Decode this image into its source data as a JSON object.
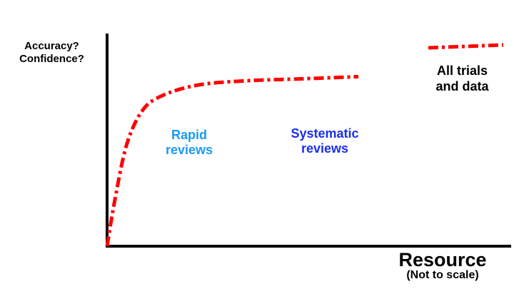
{
  "chart_data": {
    "type": "line",
    "title": "",
    "ylabel": [
      "Accuracy?",
      "Confidence?"
    ],
    "xlabel": "Resource",
    "xlabel_note": "(Not to scale)",
    "grid": false,
    "legend": {
      "placement": "top-right",
      "entries": [
        {
          "label_lines": [
            "All trials",
            "and data"
          ],
          "style": "dash-dot",
          "color": "#ff0000"
        }
      ]
    },
    "series": [
      {
        "name": "All trials and data",
        "color": "#ff0000",
        "x": [
          0,
          2,
          5,
          9,
          14,
          23,
          35,
          50,
          64
        ],
        "y": [
          0,
          22,
          48,
          64,
          71,
          76,
          78,
          79,
          80
        ]
      }
    ],
    "xlim": [
      0,
      100
    ],
    "ylim": [
      0,
      100
    ],
    "annotations": [
      {
        "lines": [
          "Rapid",
          "reviews"
        ],
        "color": "#1a9af5"
      },
      {
        "lines": [
          "Systematic",
          "reviews"
        ],
        "color": "#1a2df0"
      }
    ]
  }
}
